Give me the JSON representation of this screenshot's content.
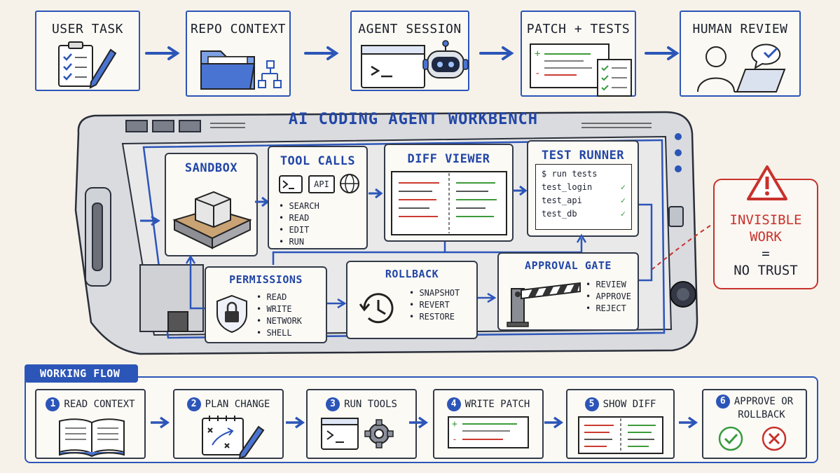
{
  "pipeline": [
    {
      "label": "USER TASK"
    },
    {
      "label": "REPO CONTEXT"
    },
    {
      "label": "AGENT SESSION"
    },
    {
      "label": "PATCH + TESTS"
    },
    {
      "label": "HUMAN REVIEW"
    }
  ],
  "workbench": {
    "title": "AI CODING AGENT WORKBENCH",
    "sandbox": {
      "title": "SANDBOX"
    },
    "tool_calls": {
      "title": "TOOL CALLS",
      "api_label": "API",
      "items": [
        "SEARCH",
        "READ",
        "EDIT",
        "RUN"
      ]
    },
    "diff_viewer": {
      "title": "DIFF VIEWER"
    },
    "test_runner": {
      "title": "TEST RUNNER",
      "command": "$ run tests",
      "tests": [
        "test_login",
        "test_api",
        "test_db"
      ]
    },
    "permissions": {
      "title": "PERMISSIONS",
      "items": [
        "READ",
        "WRITE",
        "NETWORK",
        "SHELL"
      ]
    },
    "rollback": {
      "title": "ROLLBACK",
      "items": [
        "SNAPSHOT",
        "REVERT",
        "RESTORE"
      ]
    },
    "approval_gate": {
      "title": "APPROVAL GATE",
      "items": [
        "REVIEW",
        "APPROVE",
        "REJECT"
      ]
    }
  },
  "callout": {
    "line1": "INVISIBLE",
    "line2": "WORK",
    "line3": "=",
    "line4": "NO TRUST"
  },
  "working_flow": {
    "title": "WORKING FLOW",
    "steps": [
      {
        "num": "1",
        "label": "READ CONTEXT"
      },
      {
        "num": "2",
        "label": "PLAN CHANGE"
      },
      {
        "num": "3",
        "label": "RUN TOOLS"
      },
      {
        "num": "4",
        "label": "WRITE PATCH"
      },
      {
        "num": "5",
        "label": "SHOW DIFF"
      },
      {
        "num": "6",
        "label": "APPROVE OR",
        "label2": "ROLLBACK"
      }
    ]
  },
  "colors": {
    "accent": "#2c55b8",
    "warning": "#c8312c",
    "success": "#3a9a3e",
    "diff_removed": "#cc3a30",
    "diff_added": "#3d9a3a"
  }
}
